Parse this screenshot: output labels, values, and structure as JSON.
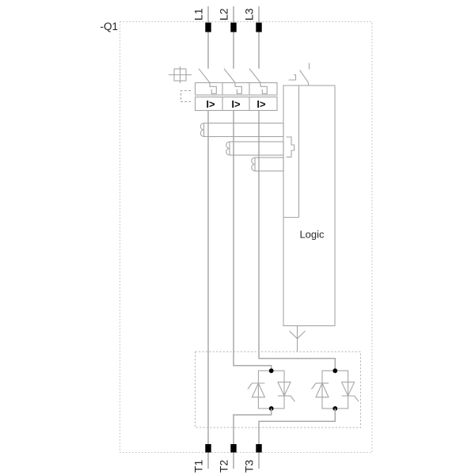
{
  "diagram": {
    "device_label": "-Q1",
    "top_terminals": [
      "L1",
      "L2",
      "L3"
    ],
    "bottom_terminals": [
      "T1",
      "T2",
      "T3"
    ],
    "logic_label": "Logic",
    "overcurrent_label": "I>",
    "colors": {
      "line_gray": "#a9a9a9",
      "symbol_gray": "#a5a5a5",
      "dashed_gray": "#bdbdbd",
      "terminal_black": "#000000",
      "text_dark": "#1f1f1f",
      "background": "#ffffff"
    }
  }
}
